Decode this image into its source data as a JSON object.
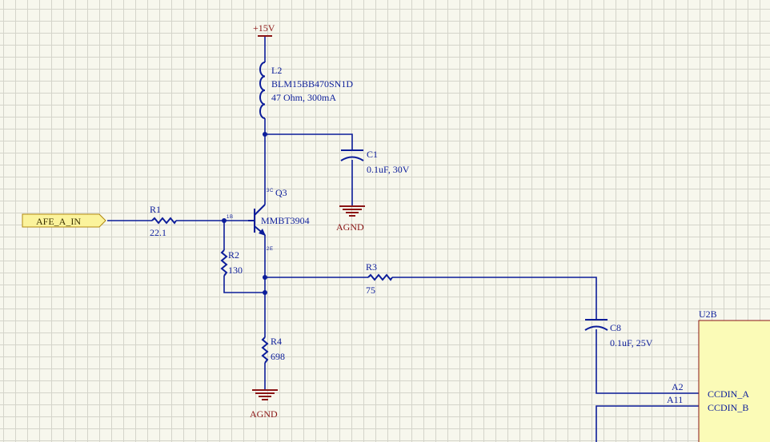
{
  "power": {
    "top_rail": "+15V",
    "ground_c1": "AGND",
    "ground_r4": "AGND"
  },
  "net_port": {
    "label": "AFE_A_IN"
  },
  "components": {
    "L2": {
      "ref": "L2",
      "part": "BLM15BB470SN1D",
      "value": "47 Ohm, 300mA"
    },
    "C1": {
      "ref": "C1",
      "value": "0.1uF, 30V"
    },
    "Q3": {
      "ref": "Q3",
      "part": "MMBT3904",
      "pin_c": "C",
      "pin_b": "B",
      "pin_e": "E",
      "pin_c_num": "3",
      "pin_b_num": "1",
      "pin_e_num": "2"
    },
    "R1": {
      "ref": "R1",
      "value": "22.1"
    },
    "R2": {
      "ref": "R2",
      "value": "130"
    },
    "R3": {
      "ref": "R3",
      "value": "75"
    },
    "R4": {
      "ref": "R4",
      "value": "698"
    },
    "C8": {
      "ref": "C8",
      "value": "0.1uF, 25V"
    },
    "U2B": {
      "ref": "U2B",
      "pin_a2": "A2",
      "pin_a11": "A11",
      "pin_a2_name": "CCDIN_A",
      "pin_a11_name": "CCDIN_B"
    }
  }
}
